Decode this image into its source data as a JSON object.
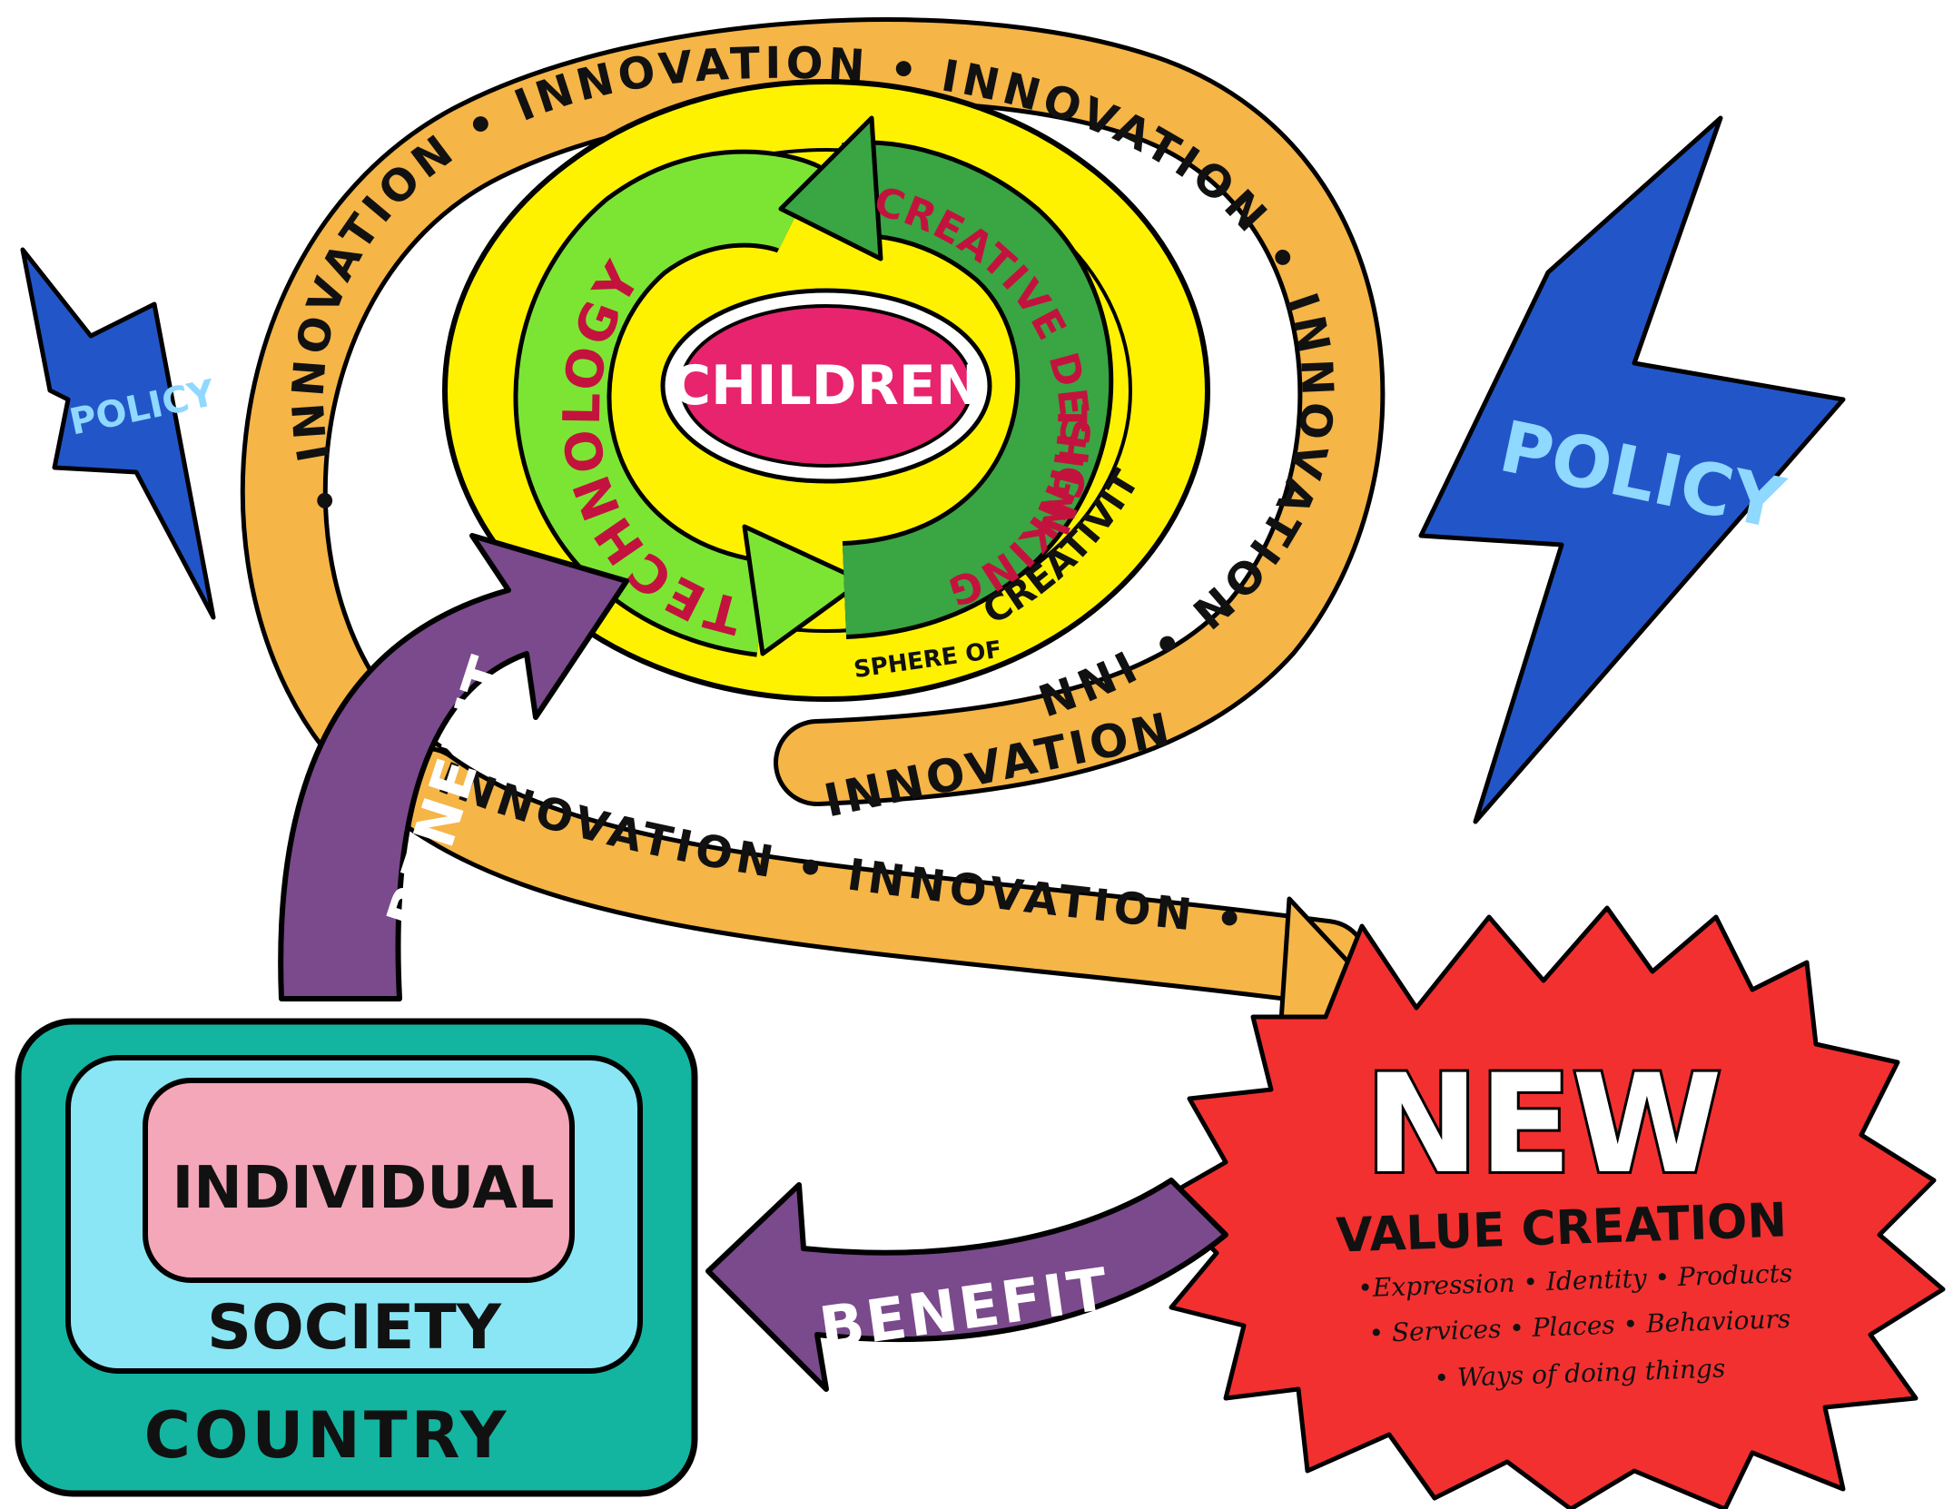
{
  "center": {
    "label": "CHILDREN"
  },
  "cycle": {
    "technology": "TECHNOLOGY",
    "creative_design": "CREATIVE DESIGN",
    "thinking": "THINKING"
  },
  "sphere": {
    "prefix": "SPHERE OF",
    "word": "CREATIVITY"
  },
  "innovation": {
    "word": "INNOVATION",
    "outer_ring_text": "• INNOVATION • INNOVATION • INNOVATION • INNOVATION • INNOVATION •",
    "tail_text": "INNOVATION • INNOVATION •"
  },
  "policy": {
    "left": "POLICY",
    "right": "POLICY"
  },
  "benefit": {
    "up": "BENEFIT",
    "left": "BENEFIT"
  },
  "society_box": {
    "individual": "INDIVIDUAL",
    "society": "SOCIETY",
    "country": "COUNTRY"
  },
  "value_creation": {
    "new": "NEW",
    "title": "VALUE CREATION",
    "line1": "•Expression • Identity • Products",
    "line2": "• Services • Places • Behaviours",
    "line3": "• Ways of doing things"
  },
  "colors": {
    "innovation_band": "#F5B547",
    "yellow_sphere": "#FFF200",
    "children_blob": "#E8246E",
    "tech_arrow": "#7CE534",
    "design_arrow": "#3AA543",
    "policy_blue": "#2256C8",
    "benefit_purple": "#7A4A8C",
    "box_teal": "#14B5A0",
    "box_cyan": "#8AE6F5",
    "box_pink": "#F4A7B9",
    "value_red": "#F23030"
  }
}
